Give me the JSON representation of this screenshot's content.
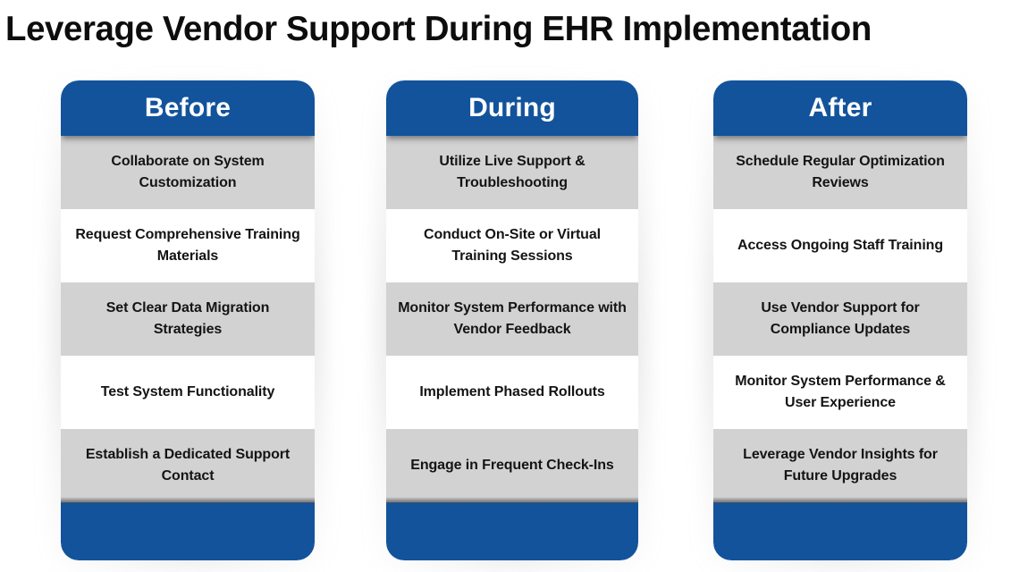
{
  "title": "Leverage Vendor Support During EHR Implementation",
  "colors": {
    "header_blue": "#12539C",
    "footer_blue": "#12539C",
    "row_gray": "#D2D2D2",
    "row_white": "#FFFFFF",
    "title_text": "#0D0D0D",
    "row_text": "#141414",
    "header_text": "#FFFFFF",
    "page_background": "#FFFFFF"
  },
  "columns": [
    {
      "header": "Before",
      "items": [
        "Collaborate on System Customization",
        "Request Comprehensive Training Materials",
        "Set Clear Data Migration Strategies",
        "Test System Functionality",
        "Establish a Dedicated Support Contact"
      ]
    },
    {
      "header": "During",
      "items": [
        "Utilize Live Support & Troubleshooting",
        "Conduct On-Site or Virtual Training Sessions",
        "Monitor System Performance with Vendor Feedback",
        "Implement Phased Rollouts",
        "Engage in Frequent Check-Ins"
      ]
    },
    {
      "header": "After",
      "items": [
        "Schedule Regular Optimization Reviews",
        "Access Ongoing Staff Training",
        "Use Vendor Support for Compliance Updates",
        "Monitor System Performance & User Experience",
        "Leverage Vendor Insights for Future Upgrades"
      ]
    }
  ]
}
